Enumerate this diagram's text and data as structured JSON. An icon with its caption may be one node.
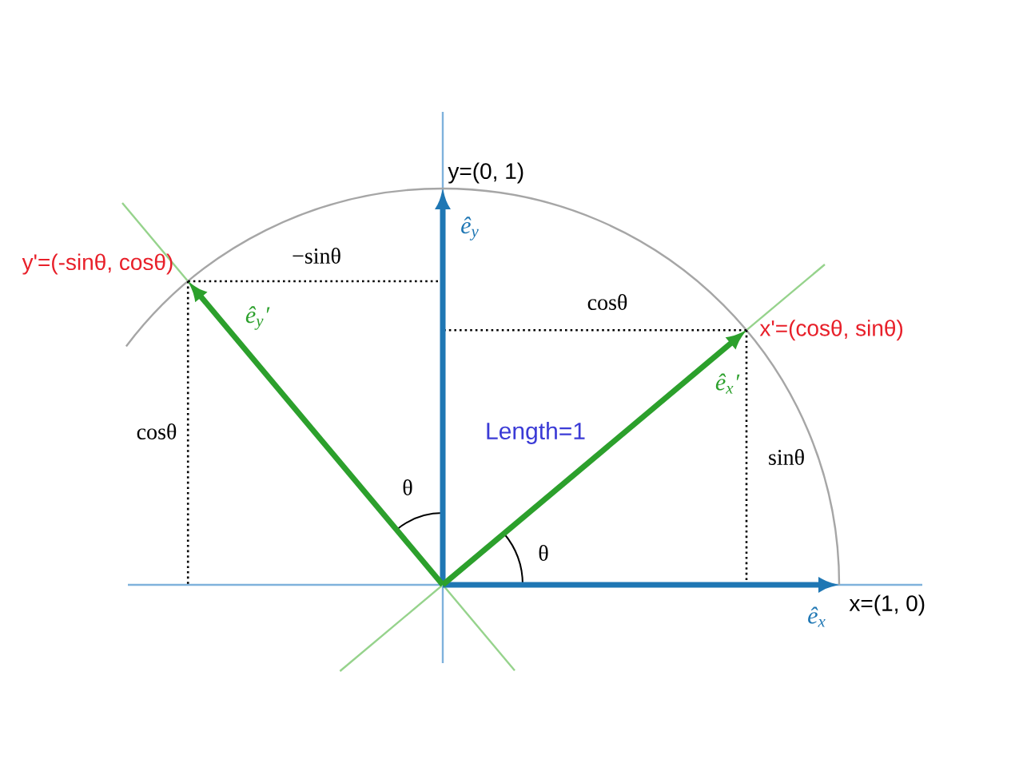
{
  "diagram": {
    "nodes": [
      {
        "text": [
          "y=(0, 1)"
        ]
      },
      {
        "text": [
          "y'=(-sinθ, cosθ)"
        ]
      },
      {
        "text": [
          "x'=(cosθ, sinθ)"
        ]
      },
      {
        "text": [
          "x=(1, 0)"
        ]
      }
    ],
    "edges": [
      {
        "from": null,
        "to": 3,
        "arrow": "to",
        "label": "ê$_{x}$",
        "color": "#1f77b4"
      },
      {
        "from": null,
        "to": 0,
        "arrow": "to",
        "label": "ê$_{y}$",
        "color": "#1f77b4"
      },
      {
        "from": null,
        "to": 2,
        "arrow": "to",
        "label": "ê$_{x}$′",
        "color": "#2ca02c"
      },
      {
        "from": null,
        "to": 1,
        "arrow": "to",
        "label": "ê$_{y}$′",
        "color": "#2ca02c"
      }
    ],
    "labels": [
      "−sinθ",
      "cosθ",
      "cosθ",
      "Length=1",
      "sinθ",
      "θ",
      "θ"
    ]
  }
}
